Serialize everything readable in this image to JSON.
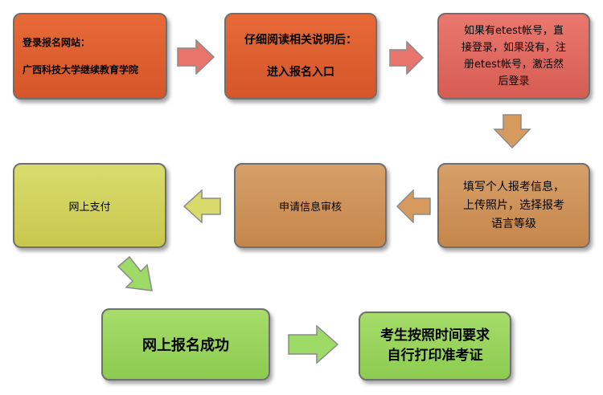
{
  "steps": [
    {
      "lines": [
        "登录报名网站：",
        "广西科技大学继续教育学院"
      ]
    },
    {
      "lines": [
        "仔细阅读相关说明后：",
        "进入报名入口"
      ]
    },
    {
      "lines": [
        "如果有etest帐号，直",
        "接登录，如果没有，注",
        "册etest帐号，激活然",
        "后登录"
      ]
    },
    {
      "lines": [
        "填写个人报考信息，",
        "上传照片，选择报考",
        "语言等级"
      ]
    },
    {
      "lines": [
        "申请信息审核"
      ]
    },
    {
      "lines": [
        "网上支付"
      ]
    },
    {
      "lines": [
        "网上报名成功"
      ]
    },
    {
      "lines": [
        "考生按照时间要求",
        "自行打印准考证"
      ]
    }
  ],
  "colors": {
    "orange": "#e06232",
    "red": "#e06b62",
    "tan": "#cf9459",
    "olive": "#d2d35e",
    "green": "#9ad65e",
    "arrow_red": "#e8746c",
    "arrow_tan": "#d79a5e",
    "arrow_olive": "#d8db6b",
    "arrow_green": "#9edb66"
  }
}
